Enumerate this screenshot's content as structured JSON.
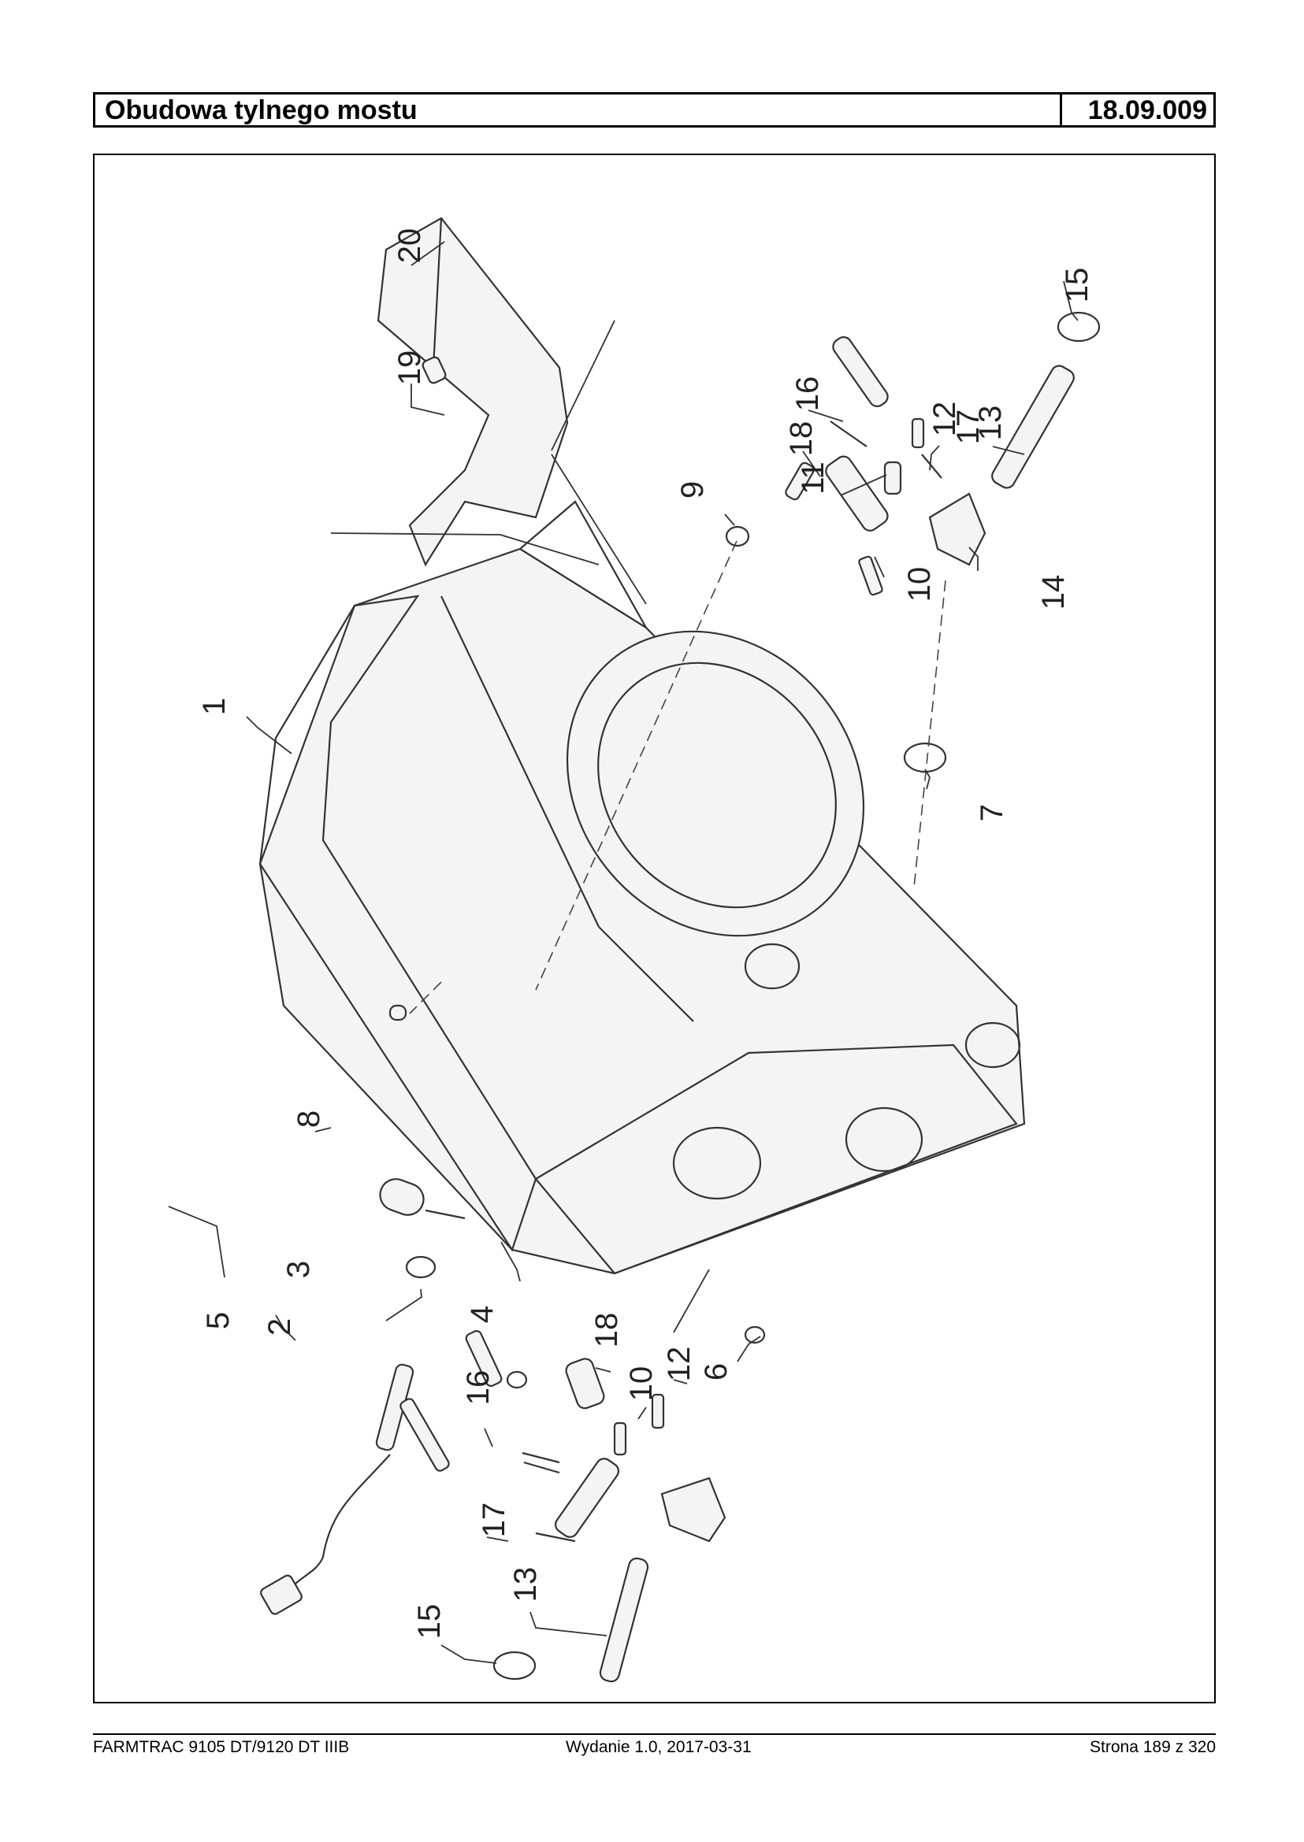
{
  "header": {
    "title": "Obudowa tylnego mostu",
    "code": "18.09.009"
  },
  "diagram": {
    "callouts": [
      "1",
      "2",
      "3",
      "4",
      "5",
      "6",
      "7",
      "8",
      "9",
      "10",
      "10",
      "11",
      "12",
      "12",
      "13",
      "13",
      "14",
      "15",
      "15",
      "16",
      "16",
      "17",
      "17",
      "18",
      "18",
      "19",
      "20"
    ]
  },
  "footer": {
    "left": "FARMTRAC 9105 DT/9120 DT IIIB",
    "middle": "Wydanie 1.0,  2017-03-31",
    "right": "Strona 189 z 320"
  }
}
